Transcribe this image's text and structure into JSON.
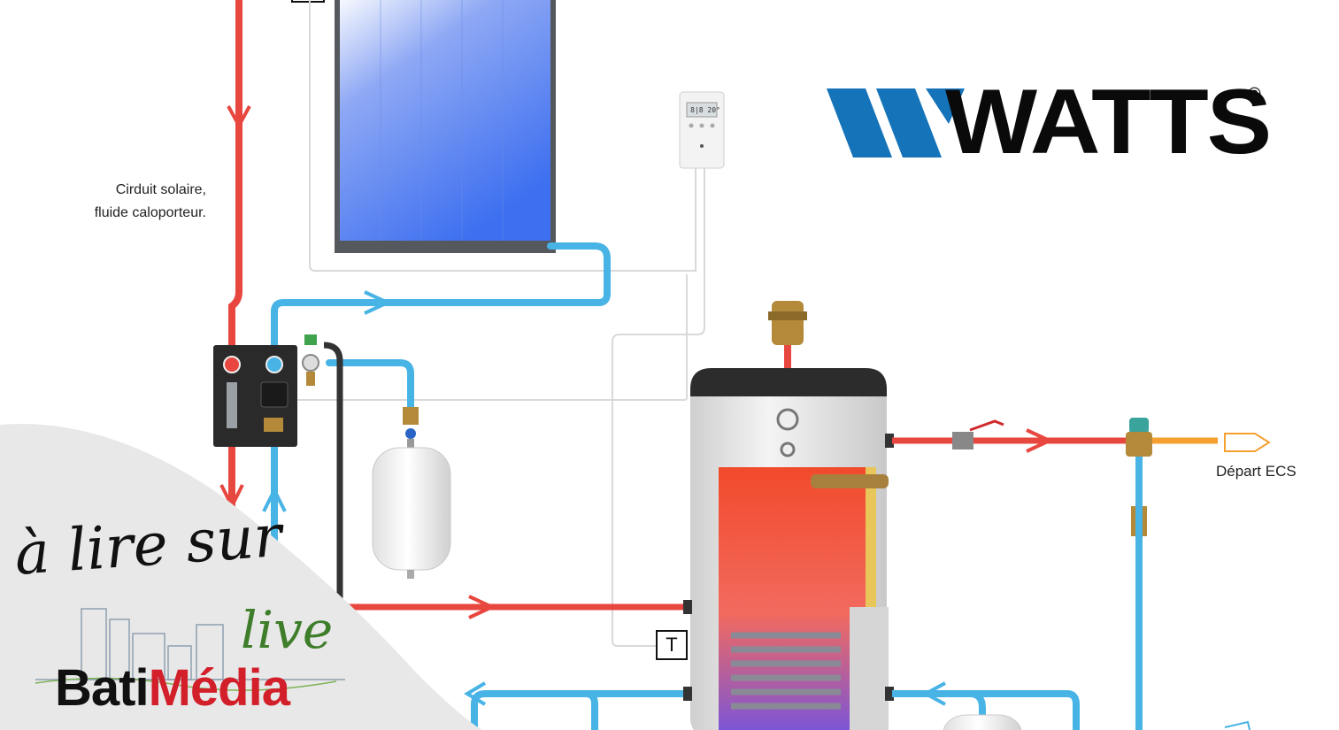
{
  "labels": {
    "solar_circuit_line1": "Cirduit solaire,",
    "solar_circuit_line2": "fluide caloporteur.",
    "hot_water_out": "Départ ECS",
    "sensor": "T",
    "controller_display": "8|8 20°"
  },
  "brand": {
    "logo_text": "WATTS",
    "registered": "®"
  },
  "promo": {
    "line1": "à lire sur",
    "line2": "live",
    "brand_part1": "Bati",
    "brand_part2": "Média"
  },
  "colors": {
    "hot_pipe": "#e8473f",
    "cold_pipe": "#48b3e5",
    "collector_blue": "#3d6ff0",
    "tank_hot": "#f25a3c",
    "dhw_orange": "#f5a031",
    "brand_blue": "#1573b9",
    "brand_red": "#d21f2a"
  }
}
